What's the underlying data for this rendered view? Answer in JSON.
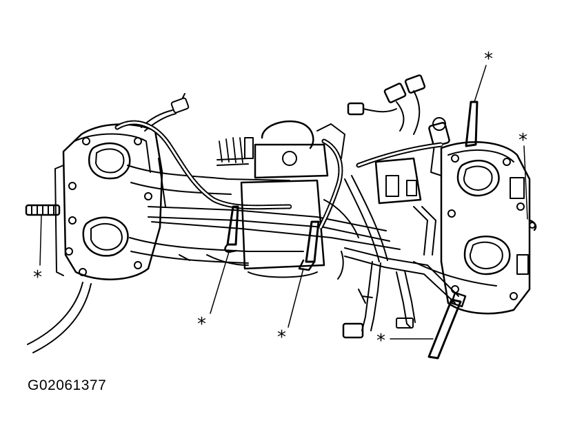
{
  "figure": {
    "id": "G02061377",
    "callout_symbol": "*"
  },
  "callouts": [
    {
      "id": "left-fuel-pipe-bolt",
      "text": "*"
    },
    {
      "id": "center-left-clamp",
      "text": "*"
    },
    {
      "id": "center-right-clamp",
      "text": "*"
    },
    {
      "id": "right-lower-clamp",
      "text": "*"
    },
    {
      "id": "top-right-clamp",
      "text": "*"
    },
    {
      "id": "right-bolt",
      "text": "*"
    }
  ],
  "colors": {
    "line": "#000000",
    "background": "#ffffff"
  }
}
